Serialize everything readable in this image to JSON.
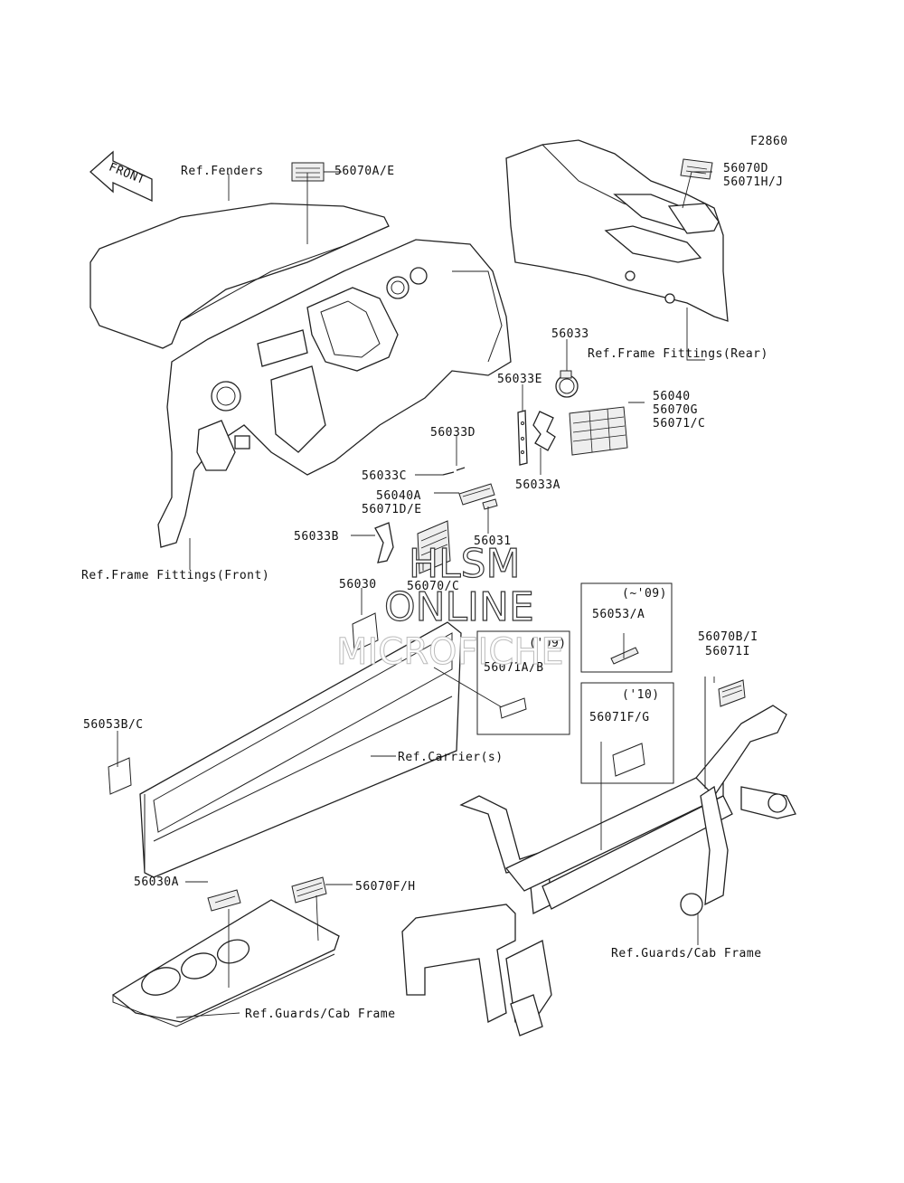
{
  "figure_code": "F2860",
  "watermark": [
    "HLSM",
    "ONLINE",
    "MICROFICHE"
  ],
  "front_arrow": "FRONT",
  "refs": {
    "fenders": "Ref.Fenders",
    "frame_rear": "Ref.Frame Fittings(Rear)",
    "frame_front": "Ref.Frame Fittings(Front)",
    "carrier": "Ref.Carrier(s)",
    "guards_cab_right": "Ref.Guards/Cab Frame",
    "guards_cab_left": "Ref.Guards/Cab Frame"
  },
  "parts": {
    "p56070AE": "56070A/E",
    "p56070D": "56070D",
    "p56071HJ": "56071H/J",
    "p56033": "56033",
    "p56033E": "56033E",
    "p56040": "56040",
    "p56070G": "56070G",
    "p56071C": "56071/C",
    "p56033D": "56033D",
    "p56033C": "56033C",
    "p56033A": "56033A",
    "p56040A": "56040A",
    "p56071DE": "56071D/E",
    "p56033B": "56033B",
    "p56031": "56031",
    "p56070C": "56070/C",
    "p56030": "56030",
    "p56053A": "56053/A",
    "p56071AB": "56071A/B",
    "p56070BI": "56070B/I",
    "p56071I": "56071I",
    "p56053BC": "56053B/C",
    "p56071FG": "56071F/G",
    "p56030A": "56030A",
    "p56070FH": "56070F/H"
  },
  "notes": {
    "upto09": "(~'09)",
    "y09": "('09)",
    "y10": "('10)"
  }
}
